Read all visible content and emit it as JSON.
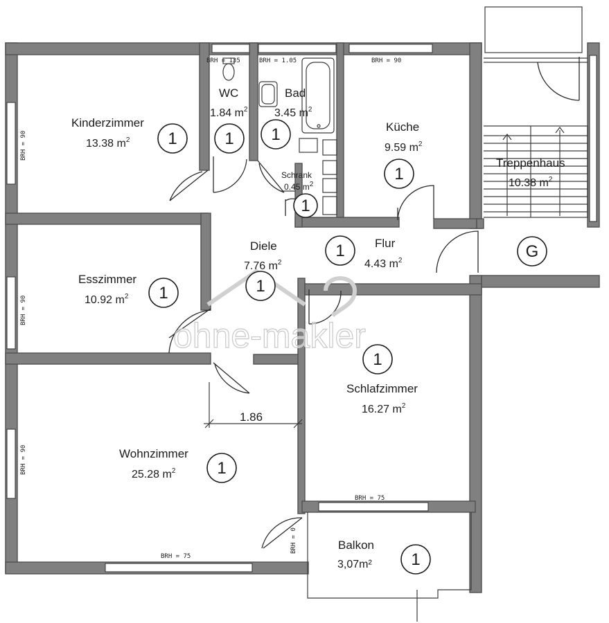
{
  "rooms": {
    "kinderzimmer": {
      "name": "Kinderzimmer",
      "area": "13.38 m",
      "unit_exp": "2",
      "marker": "1"
    },
    "wc": {
      "name": "WC",
      "area": "1.84 m",
      "unit_exp": "2",
      "marker": "1"
    },
    "bad": {
      "name": "Bad",
      "area": "3.45 m",
      "unit_exp": "2",
      "marker": "1"
    },
    "schrank": {
      "name": "Schrank",
      "area": "0.45 m",
      "unit_exp": "2",
      "marker": "1"
    },
    "kueche": {
      "name": "Küche",
      "area": "9.59 m",
      "unit_exp": "2",
      "marker": "1"
    },
    "treppenhaus": {
      "name": "Treppenhaus",
      "area": "10.38 m",
      "unit_exp": "2"
    },
    "esszimmer": {
      "name": "Esszimmer",
      "area": "10.92 m",
      "unit_exp": "2",
      "marker": "1"
    },
    "diele": {
      "name": "Diele",
      "area": "7.76 m",
      "unit_exp": "2",
      "marker": "1"
    },
    "flur": {
      "name": "Flur",
      "area": "4.43 m",
      "unit_exp": "2",
      "marker": "1"
    },
    "schlafzimmer": {
      "name": "Schlafzimmer",
      "area": "16.27 m",
      "unit_exp": "2",
      "marker": "1"
    },
    "wohnzimmer": {
      "name": "Wohnzimmer",
      "area": "25.28 m",
      "unit_exp": "2",
      "marker": "1"
    },
    "balkon": {
      "name": "Balkon",
      "area": "3,07m²",
      "marker": "1"
    }
  },
  "g_marker": "G",
  "dimension": "1.86",
  "brh": {
    "wc": "BRH = 135",
    "bad": "BRH = 1.05",
    "kueche": "BRH = 90",
    "kinderzimmer": "BRH = 90",
    "esszimmer": "BRH = 90",
    "wohnzimmer_side": "BRH = 90",
    "schlafzimmer": "BRH = 75",
    "wohnzimmer_bottom": "BRH = 75",
    "balkon_door": "BRH = 0"
  },
  "watermark": "ohne-makler",
  "colors": {
    "wall": "#808080",
    "line": "#2a2a2a",
    "background": "#ffffff"
  }
}
